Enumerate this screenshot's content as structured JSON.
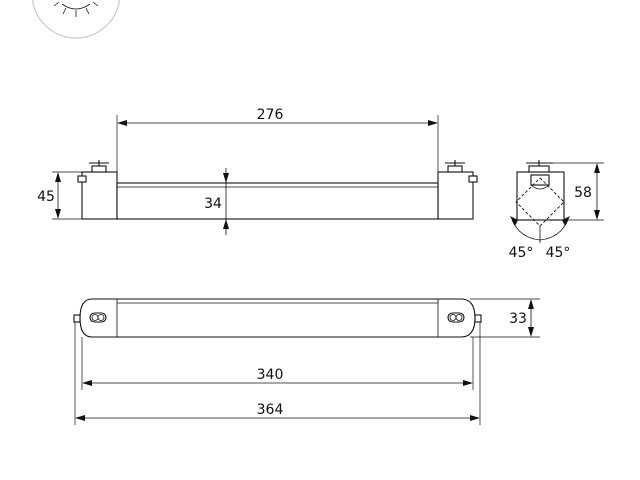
{
  "dimensions": {
    "top_length": "276",
    "side_height": "45",
    "body_height": "34",
    "end_height": "58",
    "angle_left": "45°",
    "angle_right": "45°",
    "bottom_height": "33",
    "inner_length": "340",
    "total_length": "364"
  },
  "icons": {
    "badge": "sun-icon"
  }
}
